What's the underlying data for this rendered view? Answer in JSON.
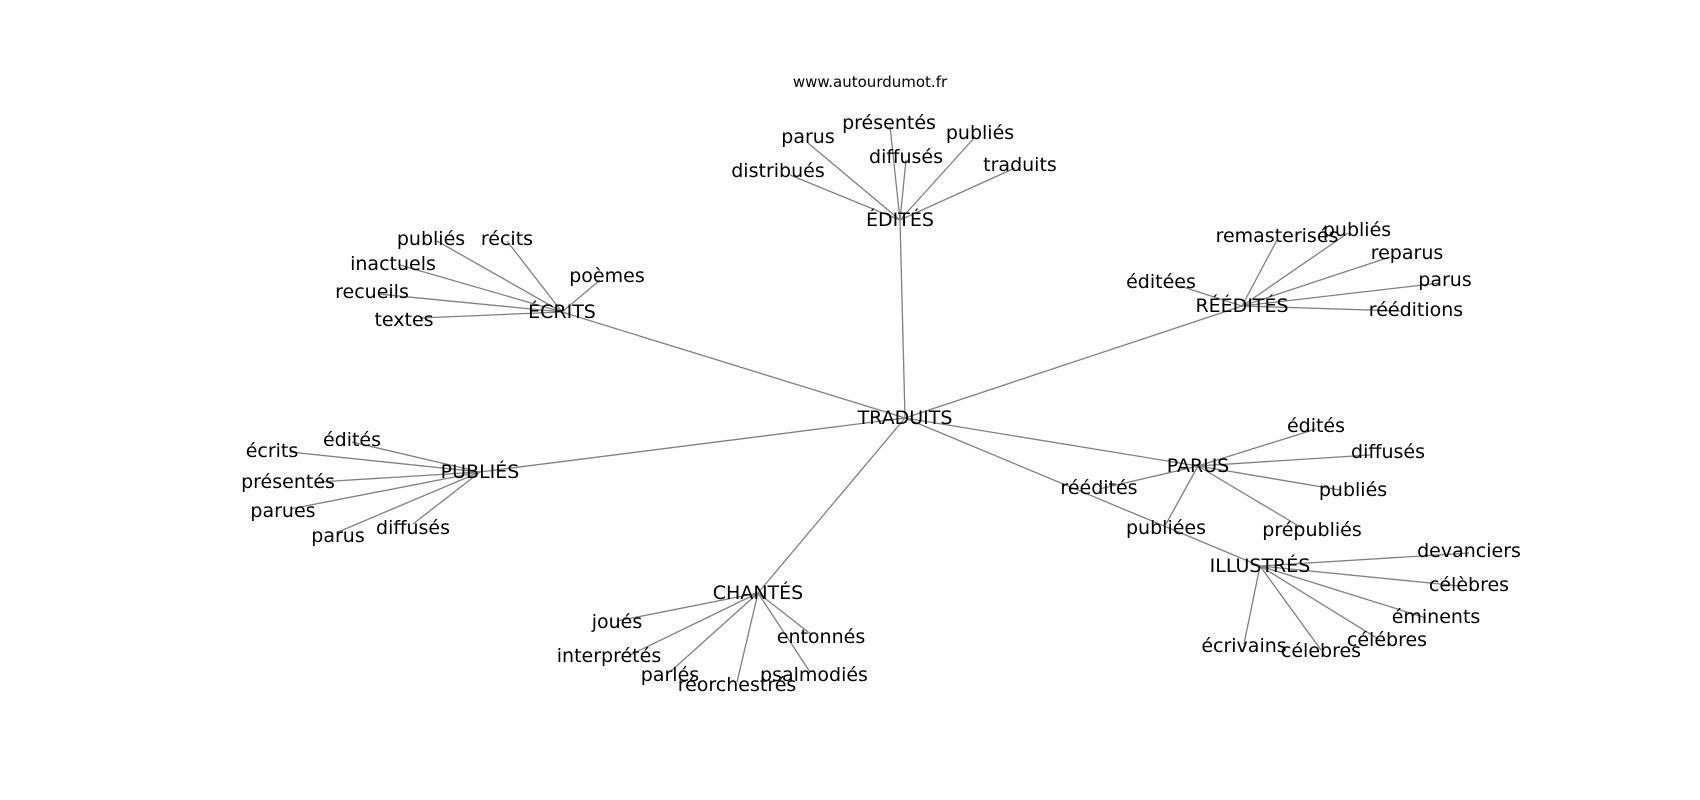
{
  "site_url": "www.autourdumot.fr",
  "colors": {
    "edge": "#808080",
    "text": "#000000",
    "background": "#ffffff"
  },
  "center": {
    "id": "c",
    "label": "TRADUITS"
  },
  "groups": [
    {
      "id": "edites",
      "label": "ÉDITÉS",
      "leaves": [
        "distribués",
        "parus",
        "présentés",
        "diffusés",
        "publiés",
        "traduits"
      ]
    },
    {
      "id": "ecrits",
      "label": "ÉCRITS",
      "leaves": [
        "publiés",
        "récits",
        "inactuels",
        "recueils",
        "textes",
        "poèmes"
      ]
    },
    {
      "id": "reedites",
      "label": "RÉÉDITÉS",
      "leaves": [
        "remasterisés",
        "publiés",
        "reparus",
        "éditées",
        "parus",
        "rééditions"
      ]
    },
    {
      "id": "publies",
      "label": "PUBLIÉS",
      "leaves": [
        "écrits",
        "édités",
        "présentés",
        "parues",
        "parus",
        "diffusés"
      ]
    },
    {
      "id": "parus",
      "label": "PARUS",
      "leaves": [
        "édités",
        "diffusés",
        "publiés",
        "prépubliés",
        "publiées",
        "réédités"
      ]
    },
    {
      "id": "chantes",
      "label": "CHANTÉS",
      "leaves": [
        "joués",
        "interprétés",
        "parlés",
        "réorchestrés",
        "psalmodiés",
        "entonnés"
      ]
    },
    {
      "id": "illustres",
      "label": "ILLUSTRÉS",
      "leaves": [
        "devanciers",
        "célèbres",
        "éminents",
        "célébres",
        "célebres",
        "écrivains"
      ]
    }
  ]
}
